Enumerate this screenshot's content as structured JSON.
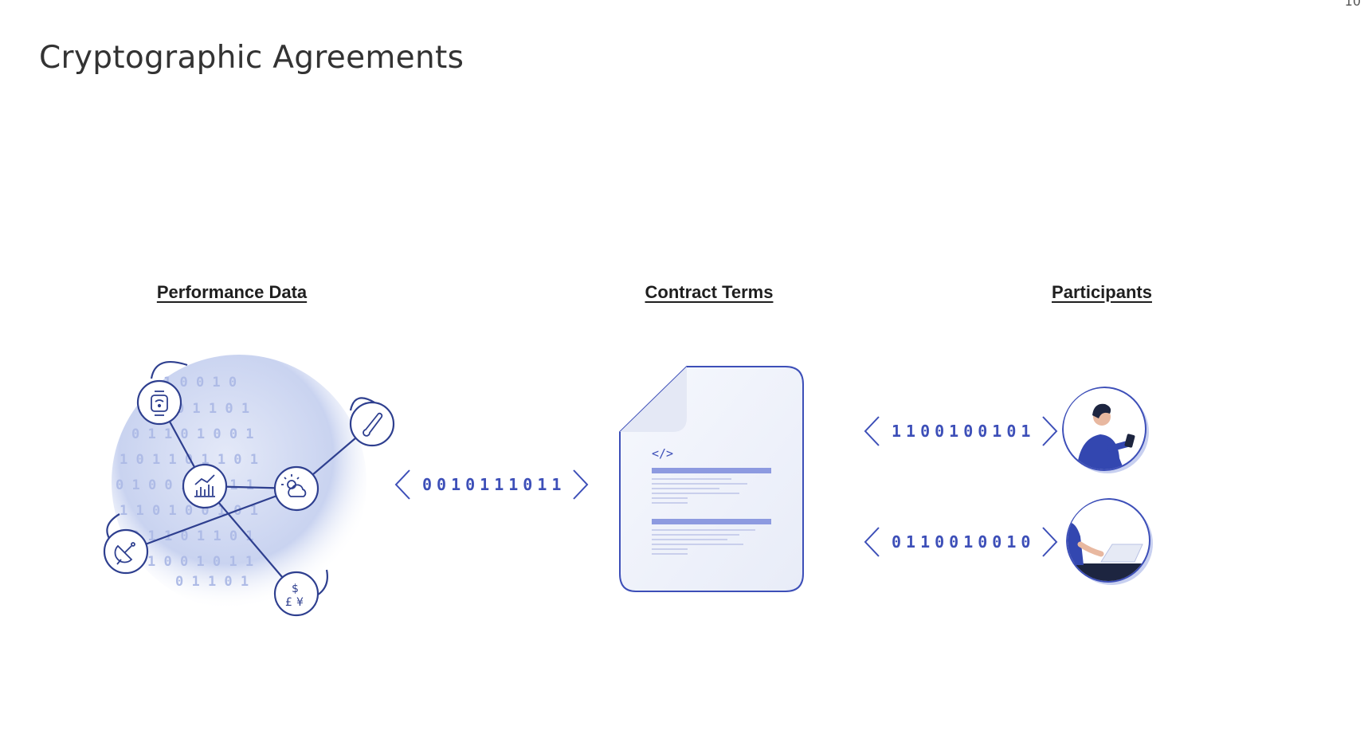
{
  "page_number": "10",
  "title": "Cryptographic Agreements",
  "columns": {
    "performance": "Performance Data",
    "contract": "Contract Terms",
    "participants": "Participants"
  },
  "streams": {
    "data_to_contract": "0010111011",
    "participant_1": "1100100101",
    "participant_2": "0110010010"
  },
  "contract_code_tag": "</>",
  "colors": {
    "accent": "#3d4fb8",
    "light_blue": "#d9e0f5",
    "line": "#2e3f8f",
    "title_text": "#333333"
  },
  "icons": [
    "watch-icon",
    "chart-icon",
    "thermometer-icon",
    "weather-icon",
    "satellite-dish-icon",
    "currency-icon",
    "document-icon",
    "person-phone-icon",
    "person-laptop-icon"
  ]
}
